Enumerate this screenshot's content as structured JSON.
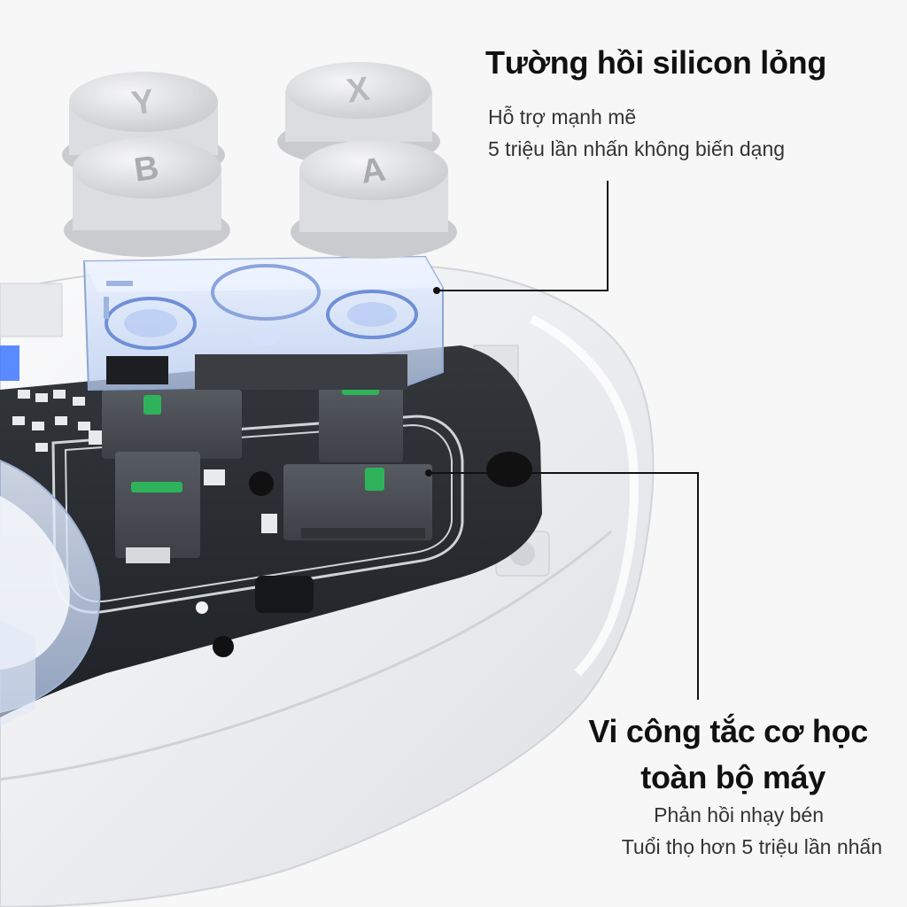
{
  "callout_top": {
    "title": "Tường hồi silicon lỏng",
    "line1": "Hỗ trợ mạnh mẽ",
    "line2": "5 triệu lần nhấn không biến dạng"
  },
  "callout_bottom": {
    "title_line1": "Vi công tắc cơ học",
    "title_line2": "toàn bộ máy",
    "line1": "Phản hồi nhạy bén",
    "line2": "Tuổi thọ hơn 5 triệu lần nhấn"
  },
  "colors": {
    "background": "#f7f7f7",
    "shell": "#eceef0",
    "pcb": "#2b2e33",
    "switch": "#4b4e54",
    "switch_actuator": "#2fb35a",
    "button_cap": "#e3e4e6",
    "transparent_blue": "#cfe2ff",
    "led_blue": "#2f6cf5",
    "leader_line": "#111111"
  },
  "icons": [
    "button-y-glyph",
    "button-x-glyph",
    "button-b-glyph",
    "button-a-glyph"
  ]
}
